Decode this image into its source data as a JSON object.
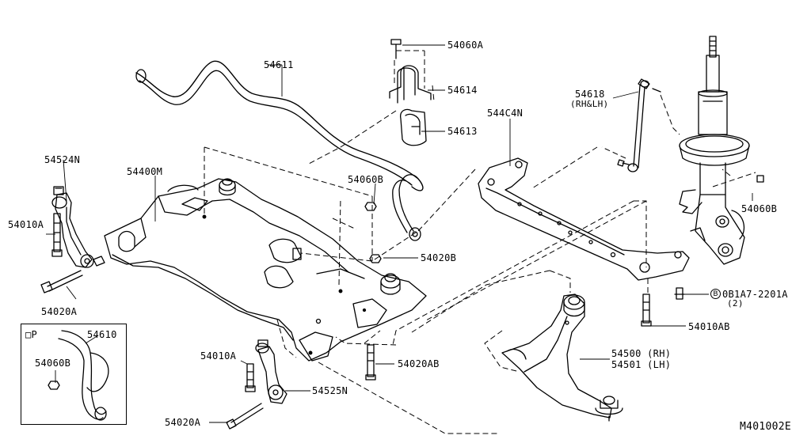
{
  "diagram": {
    "code": "M401002E",
    "inset_marker": "□P",
    "circle_marker": "B",
    "labels": {
      "p54060A": "54060A",
      "p54611": "54611",
      "p54614": "54614",
      "p54613": "54613",
      "p544C4N": "544C4N",
      "p54618": "54618",
      "p54618_side": "(RH&LH)",
      "p54524N": "54524N",
      "p54400M": "54400M",
      "p54060B_mid": "54060B",
      "p54060B_right": "54060B",
      "p54010A_left": "54010A",
      "p54020B": "54020B",
      "p0B1A7": "0B1A7-2201A",
      "p0B1A7_qty": "(2)",
      "p54020A_left": "54020A",
      "p54010AB": "54010AB",
      "p54610": "54610",
      "p54060B_inset": "54060B",
      "p54500": "54500 (RH)",
      "p54501": "54501 (LH)",
      "p54010A_bottom": "54010A",
      "p54020AB": "54020AB",
      "p54525N": "54525N",
      "p54020A_bottom": "54020A"
    }
  }
}
